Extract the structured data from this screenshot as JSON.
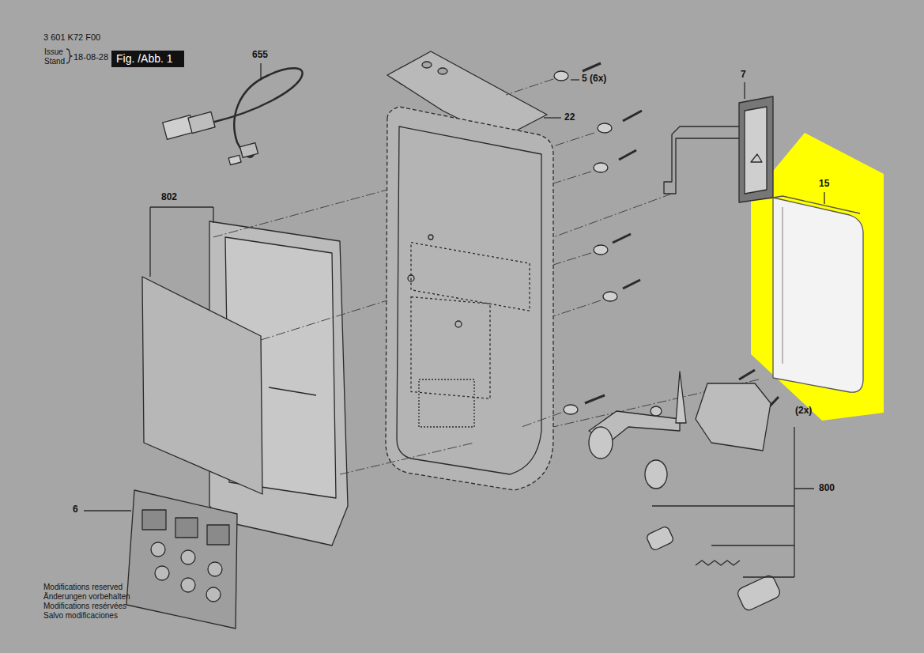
{
  "diagram": {
    "nodes": [
      {
        "text": [
          "Fig. /Abb. 1"
        ]
      }
    ],
    "labels": [
      "3 601 K72 F00",
      "Issue",
      "Stand",
      "18-08-28",
      "655",
      "5",
      "(6x)",
      "22",
      "7",
      "15",
      "802",
      "6",
      "800",
      "(2x)",
      "Modifications reserved",
      "Änderungen vorbehalten",
      "Modifications resérvées",
      "Salvo modificaciones"
    ]
  }
}
